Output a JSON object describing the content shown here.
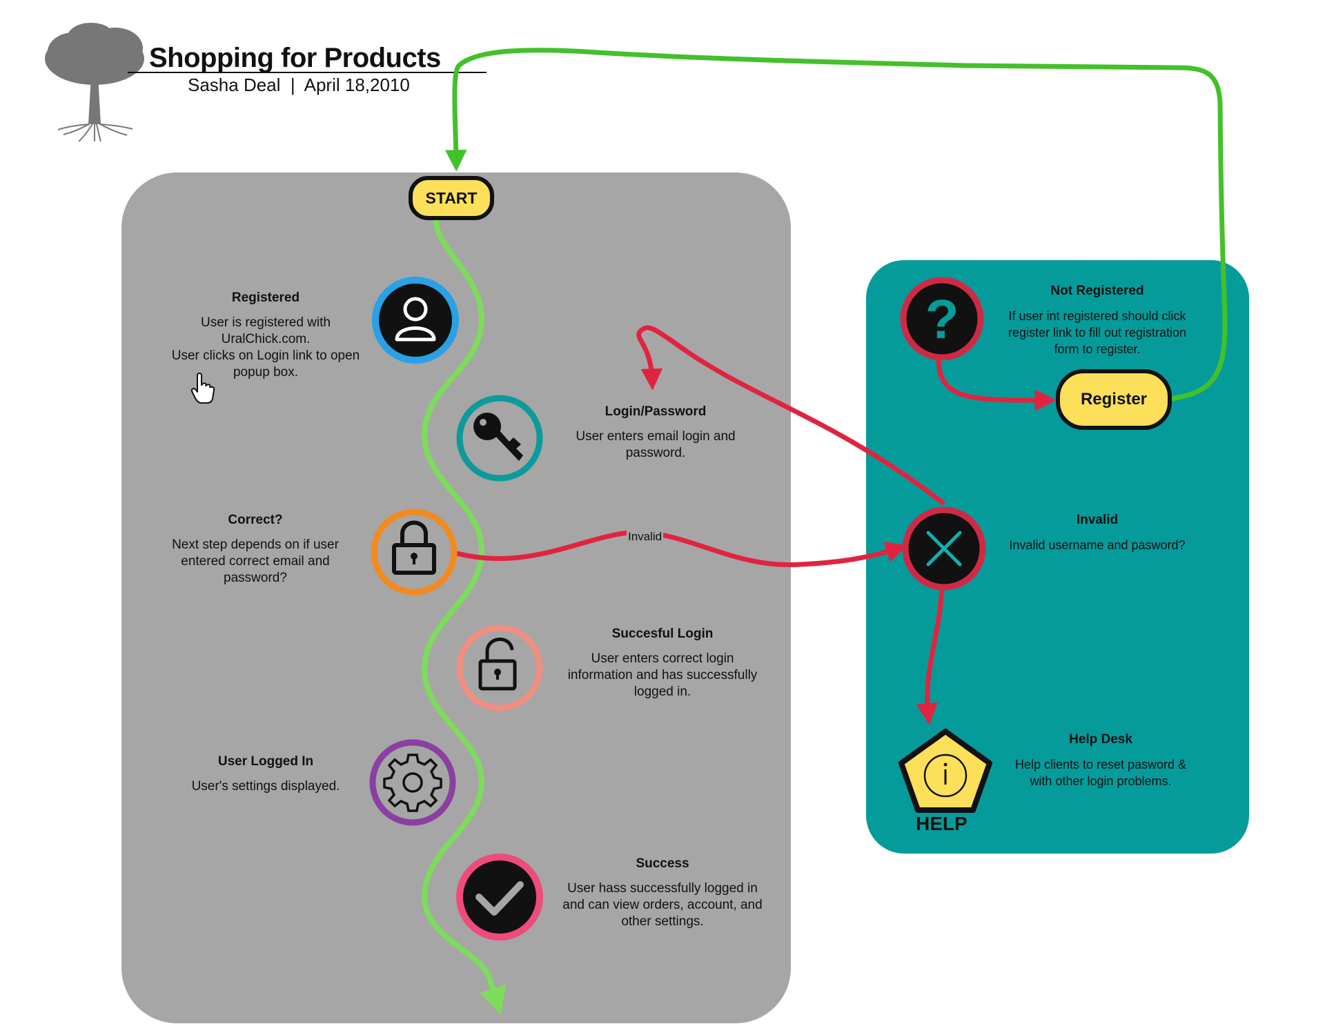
{
  "header": {
    "title": "Shopping for Products",
    "subtitle": "Sasha Deal  |  April 18,2010"
  },
  "start_label": "START",
  "register_label": "Register",
  "invalid_edge_label": "Invalid",
  "help_badge": "HELP",
  "steps": {
    "registered": {
      "title": "Registered",
      "lines": [
        "User is registered with",
        "UralChick.com.",
        "User clicks on Login link to open",
        "popup box."
      ]
    },
    "login": {
      "title": "Login/Password",
      "lines": [
        "User enters email login and",
        "password."
      ]
    },
    "correct": {
      "title": "Correct?",
      "lines": [
        "Next step depends on if user",
        "entered correct email and",
        "password?"
      ]
    },
    "success_login": {
      "title": "Succesful Login",
      "lines": [
        "User enters correct login",
        "information and has successfully",
        "logged in."
      ]
    },
    "logged_in": {
      "title": "User Logged In",
      "lines": [
        "User's settings displayed."
      ]
    },
    "success": {
      "title": "Success",
      "lines": [
        "User hass successfully logged in",
        "and can view orders, account, and",
        "other settings."
      ]
    },
    "not_registered": {
      "title": "Not Registered",
      "lines": [
        "If user int registered should click",
        "register link to fill out registration",
        "form to register."
      ]
    },
    "invalid": {
      "title": "Invalid",
      "lines": [
        "Invalid username and pasword?"
      ]
    },
    "help_desk": {
      "title": "Help Desk",
      "lines": [
        "Help clients to reset pasword &",
        "with other login problems."
      ]
    }
  },
  "icons": {
    "registered": "user-icon",
    "login": "key-icon",
    "correct": "padlock-locked-icon",
    "success_login": "padlock-unlocked-icon",
    "logged_in": "gear-icon",
    "success": "checkmark-icon",
    "not_registered": "question-mark-icon",
    "invalid": "x-icon",
    "help_desk": "info-pentagon-icon",
    "logo": "tree-icon",
    "cursor": "hand-pointer-icon"
  },
  "colors": {
    "panel_gray": "#a6a6a6",
    "panel_teal": "#069b9b",
    "flow_green": "#7ddc5c",
    "loop_green": "#44c02a",
    "error_red": "#e0243f",
    "pill_yellow": "#fde05a"
  }
}
